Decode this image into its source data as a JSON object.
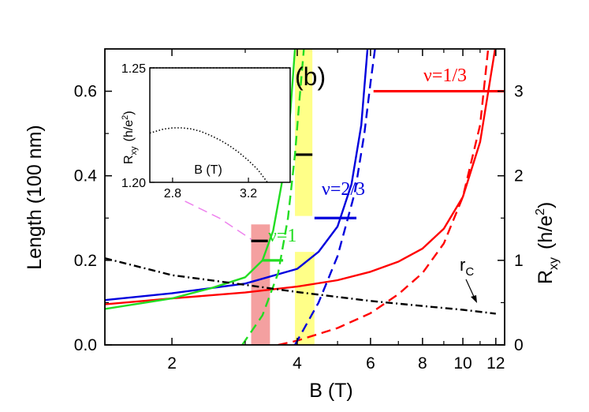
{
  "chart_data": {
    "type": "line",
    "panel_label": "(b)",
    "xlabel": "B (T)",
    "ylabel_left": "Length (100 nm)",
    "ylabel_right": "R",
    "ylabel_right_sub": "xy",
    "ylabel_right_unit": "(h/e",
    "ylabel_right_sup": "2",
    "x_scale": "log",
    "xlim": [
      1.38,
      12.6
    ],
    "ylim_left": [
      0,
      0.7
    ],
    "ylim_right": [
      0,
      3.5
    ],
    "x_ticks": [
      2,
      4,
      6,
      8,
      10,
      12
    ],
    "x_tick_labels": [
      "2",
      "4",
      "6",
      "8",
      "10",
      "12"
    ],
    "y_left_ticks": [
      0.0,
      0.2,
      0.4,
      0.6
    ],
    "y_left_tick_labels": [
      "0.0",
      "0.2",
      "0.4",
      "0.6"
    ],
    "y_right_ticks": [
      0,
      1,
      2,
      3
    ],
    "y_right_tick_labels": [
      "0",
      "1",
      "2",
      "3"
    ],
    "series": [
      {
        "key": "red_solid",
        "color": "#ff0000",
        "dash": "solid",
        "axis": "left",
        "points": [
          [
            1.38,
            0.096
          ],
          [
            2,
            0.11
          ],
          [
            3,
            0.124
          ],
          [
            4,
            0.138
          ],
          [
            5,
            0.153
          ],
          [
            6,
            0.173
          ],
          [
            7,
            0.197
          ],
          [
            8,
            0.228
          ],
          [
            9,
            0.275
          ],
          [
            10,
            0.35
          ],
          [
            11,
            0.48
          ],
          [
            11.6,
            0.62
          ],
          [
            12,
            0.71
          ]
        ]
      },
      {
        "key": "red_dashed",
        "color": "#ff0000",
        "dash": "dashed",
        "axis": "left",
        "points": [
          [
            3.6,
            0.0
          ],
          [
            4,
            0.01
          ],
          [
            5,
            0.04
          ],
          [
            6,
            0.075
          ],
          [
            7,
            0.12
          ],
          [
            8,
            0.17
          ],
          [
            9,
            0.24
          ],
          [
            10,
            0.35
          ],
          [
            11,
            0.52
          ],
          [
            11.5,
            0.7
          ]
        ]
      },
      {
        "key": "blue_solid",
        "color": "#0000dd",
        "dash": "solid",
        "axis": "left",
        "points": [
          [
            1.38,
            0.106
          ],
          [
            2,
            0.122
          ],
          [
            3,
            0.145
          ],
          [
            4,
            0.18
          ],
          [
            4.5,
            0.22
          ],
          [
            5,
            0.28
          ],
          [
            5.4,
            0.38
          ],
          [
            5.7,
            0.52
          ],
          [
            5.9,
            0.7
          ]
        ]
      },
      {
        "key": "blue_dashed",
        "color": "#0000dd",
        "dash": "dashed",
        "axis": "left",
        "points": [
          [
            3.95,
            0.0
          ],
          [
            4.5,
            0.1
          ],
          [
            5,
            0.21
          ],
          [
            5.5,
            0.36
          ],
          [
            5.8,
            0.5
          ],
          [
            6.0,
            0.62
          ],
          [
            6.15,
            0.7
          ]
        ]
      },
      {
        "key": "green_solid",
        "color": "#22dd22",
        "dash": "solid",
        "axis": "left",
        "points": [
          [
            1.38,
            0.085
          ],
          [
            2,
            0.11
          ],
          [
            2.5,
            0.135
          ],
          [
            3,
            0.16
          ],
          [
            3.3,
            0.2
          ],
          [
            3.5,
            0.27
          ],
          [
            3.7,
            0.4
          ],
          [
            3.85,
            0.55
          ],
          [
            3.95,
            0.7
          ]
        ]
      },
      {
        "key": "green_dashed",
        "color": "#22dd22",
        "dash": "dashed",
        "axis": "left",
        "points": [
          [
            2.95,
            0.0
          ],
          [
            3.3,
            0.07
          ],
          [
            3.6,
            0.17
          ],
          [
            3.8,
            0.3
          ],
          [
            3.95,
            0.45
          ],
          [
            4.05,
            0.58
          ],
          [
            4.15,
            0.7
          ]
        ]
      },
      {
        "key": "rc",
        "color": "#000000",
        "dash": "dashdot",
        "axis": "left",
        "points": [
          [
            1.38,
            0.205
          ],
          [
            2,
            0.165
          ],
          [
            3,
            0.142
          ],
          [
            4,
            0.125
          ],
          [
            6,
            0.104
          ],
          [
            8,
            0.092
          ],
          [
            10,
            0.083
          ],
          [
            12,
            0.074
          ]
        ]
      },
      {
        "key": "pink_dashed",
        "color": "#ee82ee",
        "dash": "dashed",
        "axis": "left",
        "points": [
          [
            2.15,
            0.34
          ],
          [
            2.6,
            0.3
          ],
          [
            3.1,
            0.25
          ]
        ]
      }
    ],
    "plateaus": [
      {
        "key": "nu1",
        "color": "#22dd22",
        "x": [
          3.3,
          3.7
        ],
        "y_right": 1.0
      },
      {
        "key": "nu23",
        "color": "#0000dd",
        "x": [
          4.4,
          5.55
        ],
        "y_right": 1.5
      },
      {
        "key": "nu13",
        "color": "#ff0000",
        "x": [
          6.1,
          12.6
        ],
        "y_right": 3.0
      },
      {
        "key": "black_low",
        "color": "#000000",
        "x": [
          3.1,
          3.4
        ],
        "y_right": 1.23
      },
      {
        "key": "black_high",
        "color": "#000000",
        "x": [
          3.95,
          4.35
        ],
        "y_right": 2.25
      }
    ],
    "bands": [
      {
        "key": "pink_band",
        "color": "#f4a0a0",
        "x": [
          3.1,
          3.44
        ],
        "y_left": [
          0,
          0.285
        ]
      },
      {
        "key": "yellow_band_low",
        "color": "#ffff88",
        "x": [
          3.95,
          4.4
        ],
        "y_left": [
          0,
          0.22
        ]
      },
      {
        "key": "yellow_band_high",
        "color": "#ffff88",
        "x": [
          3.95,
          4.35
        ],
        "y_left": [
          0.305,
          0.7
        ]
      }
    ],
    "annotations": [
      {
        "key": "nu1",
        "text": "ν=1",
        "color": "#22dd22"
      },
      {
        "key": "nu23",
        "text": "ν=2/3",
        "color": "#0000dd"
      },
      {
        "key": "nu13",
        "text": "ν=1/3",
        "color": "#ff0000"
      },
      {
        "key": "rc",
        "text": "r",
        "sub": "C",
        "color": "#000000"
      }
    ],
    "inset": {
      "xlabel": "B (T)",
      "ylabel": "R",
      "ylabel_sub": "xy",
      "ylabel_unit": "(h/e",
      "ylabel_sup": "2",
      "xlim": [
        2.68,
        3.42
      ],
      "ylim": [
        1.2,
        1.25
      ],
      "x_ticks": [
        2.8,
        3.2
      ],
      "x_tick_labels": [
        "2.8",
        "3.2"
      ],
      "y_ticks": [
        1.2,
        1.25
      ],
      "y_tick_labels": [
        "1.20",
        "1.25"
      ],
      "series": {
        "color": "#000000",
        "dash": "dotted",
        "x": [
          2.68,
          2.75,
          2.8,
          2.85,
          2.9,
          2.95,
          3.0,
          3.05,
          3.1,
          3.15,
          3.2,
          3.25,
          3.3
        ],
        "y": [
          1.2215,
          1.2232,
          1.2238,
          1.2238,
          1.2233,
          1.2222,
          1.2205,
          1.2185,
          1.216,
          1.213,
          1.2095,
          1.2055,
          1.2
        ]
      },
      "top_dotted_line": 1.25
    }
  }
}
